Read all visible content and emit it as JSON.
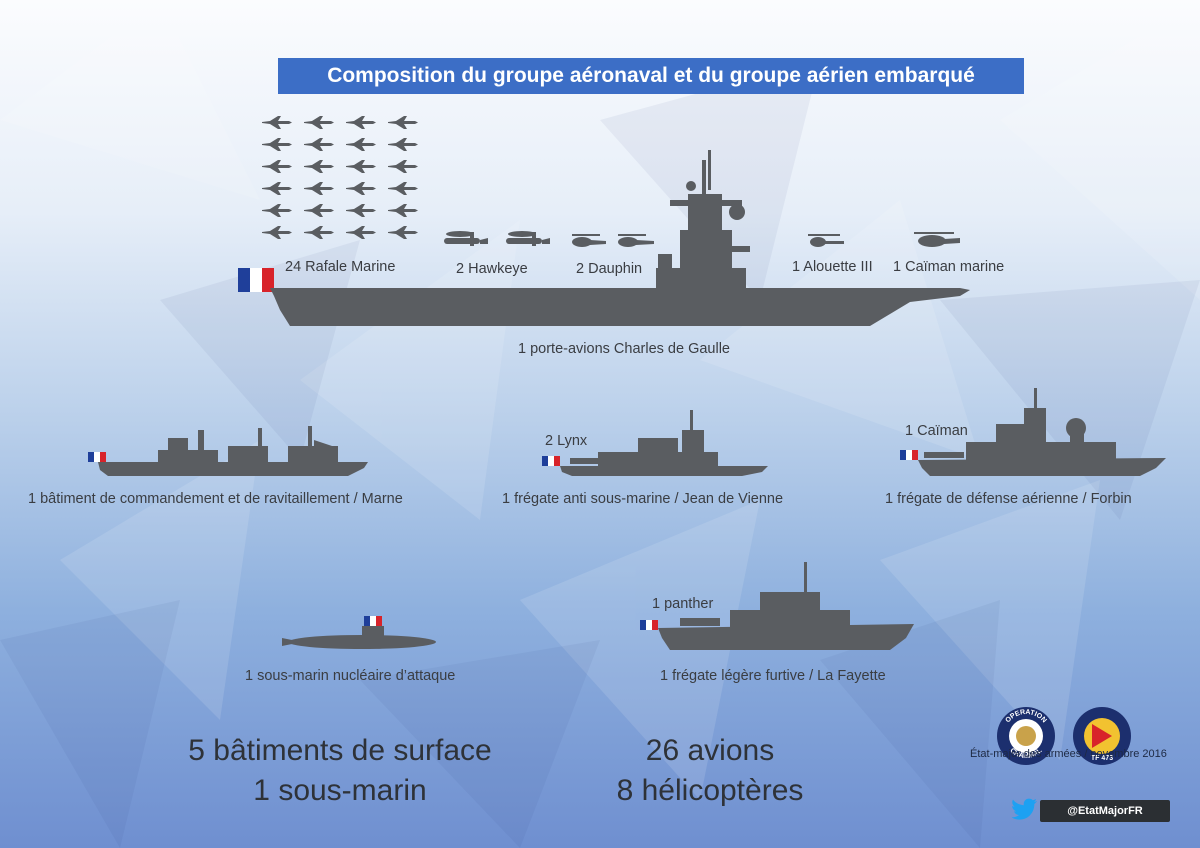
{
  "title": "Composition du groupe aéronaval et du groupe aérien embarqué",
  "colors": {
    "silhouette": "#5a5d61",
    "title_bg": "#3c6ec6",
    "flag_blue": "#1f3f9a",
    "flag_red": "#d8232a"
  },
  "carrier": {
    "rafale": "24 Rafale Marine",
    "hawkeye": "2 Hawkeye",
    "dauphin": "2 Dauphin",
    "alouette": "1 Alouette III",
    "caiman": "1 Caïman marine",
    "name": "1 porte-avions Charles de Gaulle"
  },
  "ships": {
    "marne": "1 bâtiment de commandement et de ravitaillement / Marne",
    "lynx": "2 Lynx",
    "jean_de_vienne": "1 frégate anti sous-marine / Jean de Vienne",
    "caiman": "1 Caïman",
    "forbin": "1 frégate de défense aérienne / Forbin",
    "submarine": "1 sous-marin nucléaire d’attaque",
    "panther": "1 panther",
    "la_fayette": "1  frégate légère furtive / La Fayette"
  },
  "totals": {
    "surface": "5 bâtiments de surface",
    "submarine": "1 sous-marin",
    "avions": "26 avions",
    "helicopteres": "8 hélicoptères"
  },
  "logos": {
    "operation_top": "OPERATION",
    "operation_bottom": "CHAMMAL",
    "tf": "TF 473"
  },
  "credit": "État-major des armées / novembre 2016",
  "twitter": "@EtatMajorFR",
  "icons": [
    "rafale-icon",
    "hawkeye-icon",
    "dauphin-icon",
    "alouette-icon",
    "caiman-icon",
    "french-flag-icon",
    "twitter-icon"
  ]
}
